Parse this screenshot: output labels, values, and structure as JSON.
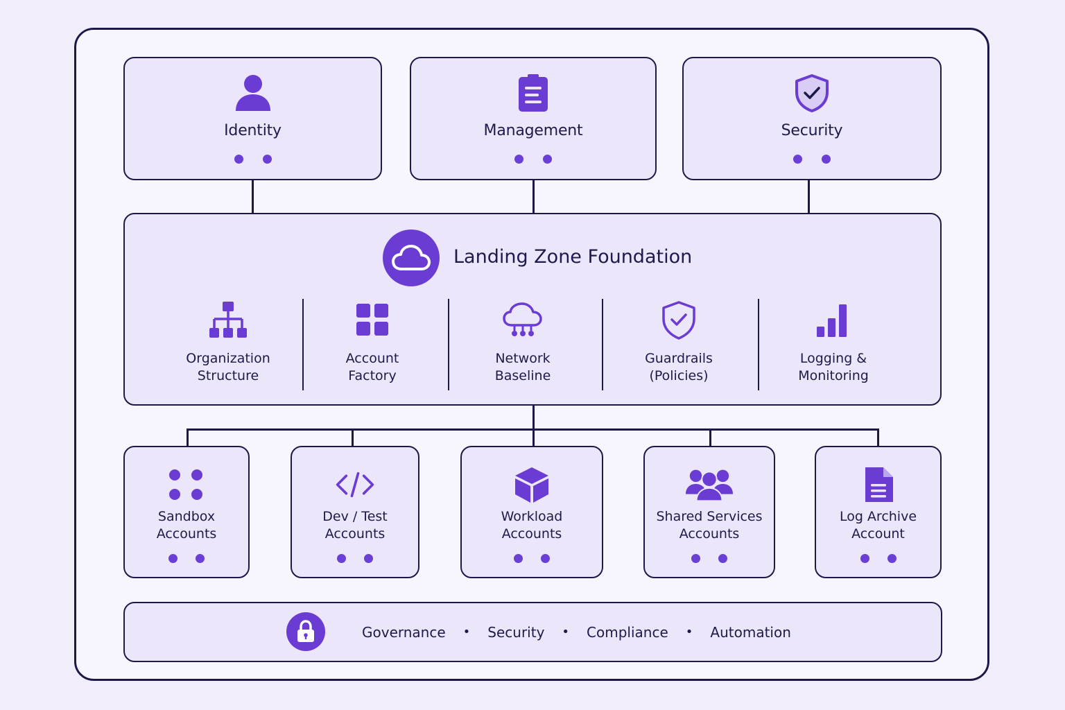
{
  "top_boxes": [
    {
      "label": "Identity",
      "icon": "user-icon"
    },
    {
      "label": "Management",
      "icon": "clipboard-icon"
    },
    {
      "label": "Security",
      "icon": "shield-check-icon"
    }
  ],
  "foundation": {
    "title": "Landing Zone Foundation",
    "icon": "cloud-icon",
    "items": [
      {
        "label": "Organization\nStructure",
        "icon": "hierarchy-icon"
      },
      {
        "label": "Account\nFactory",
        "icon": "grid-icon"
      },
      {
        "label": "Network\nBaseline",
        "icon": "cloud-network-icon"
      },
      {
        "label": "Guardrails\n(Policies)",
        "icon": "shield-check-icon"
      },
      {
        "label": "Logging &\nMonitoring",
        "icon": "bar-chart-icon"
      }
    ]
  },
  "accounts": [
    {
      "label": "Sandbox\nAccounts",
      "icon": "four-dots-icon"
    },
    {
      "label": "Dev / Test\nAccounts",
      "icon": "code-icon"
    },
    {
      "label": "Workload\nAccounts",
      "icon": "cube-icon"
    },
    {
      "label": "Shared Services\nAccounts",
      "icon": "users-icon"
    },
    {
      "label": "Log Archive\nAccount",
      "icon": "document-icon"
    }
  ],
  "governance": {
    "icon": "lock-icon",
    "items": [
      "Governance",
      "Security",
      "Compliance",
      "Automation"
    ],
    "separator": "•"
  },
  "colors": {
    "accent": "#6a3cd4",
    "outline": "#1c1848",
    "box_fill": "#ebe6f9",
    "background": "#f1edf9"
  }
}
